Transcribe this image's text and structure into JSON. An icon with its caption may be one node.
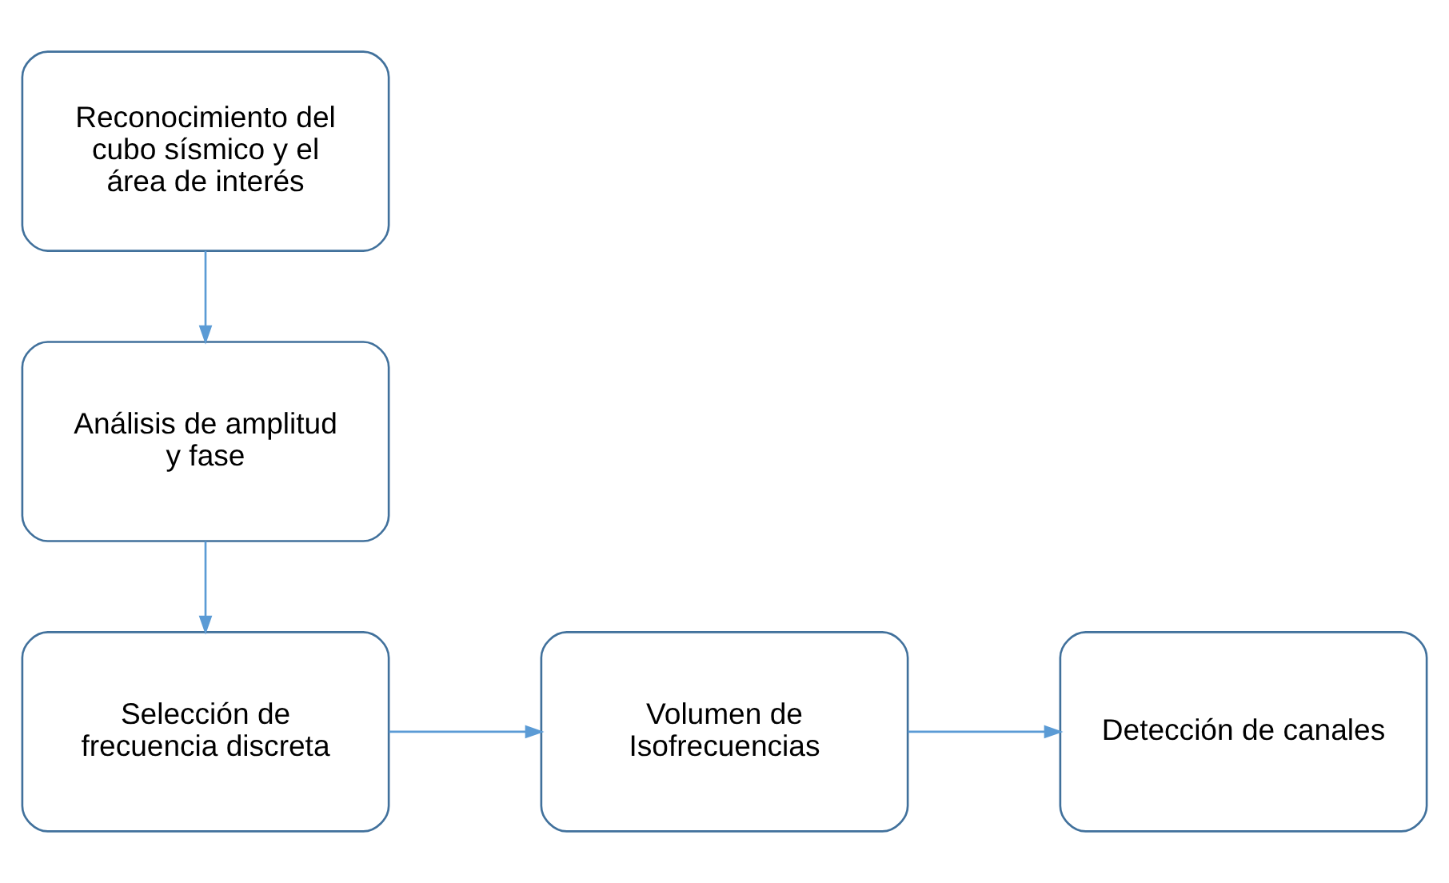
{
  "diagram": {
    "nodes": [
      {
        "text": [
          "Reconocimiento del cubo sísmico y el área de interés"
        ]
      },
      {
        "text": [
          "Análisis de amplitud y fase"
        ]
      },
      {
        "text": [
          "Selección de frecuencia discreta"
        ]
      },
      {
        "text": [
          "Volumen de Isofrecuencias"
        ]
      },
      {
        "text": [
          "Detección de canales"
        ]
      }
    ],
    "edges": [
      {
        "from": 0,
        "to": 1,
        "arrow": "to"
      },
      {
        "from": 1,
        "to": 2,
        "arrow": "to"
      },
      {
        "from": 2,
        "to": 3,
        "arrow": "to"
      },
      {
        "from": 3,
        "to": 4,
        "arrow": "to"
      }
    ]
  }
}
